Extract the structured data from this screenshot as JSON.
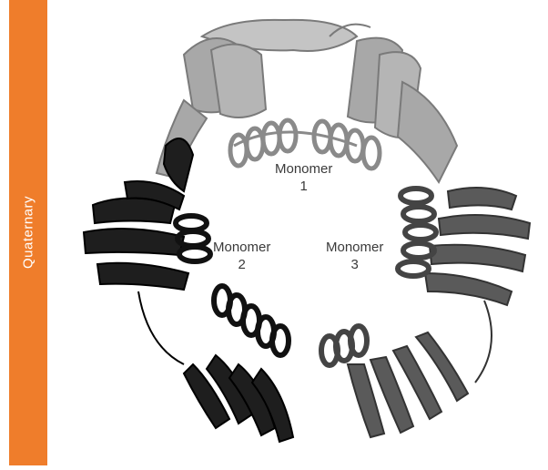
{
  "side_label": "Quaternary",
  "monomers": [
    {
      "name": "Monomer",
      "index": "1"
    },
    {
      "name": "Monomer",
      "index": "2"
    },
    {
      "name": "Monomer",
      "index": "3"
    }
  ],
  "colors": {
    "sidebar": "#ef7d2b",
    "monomer_1": "#9c9c9c",
    "monomer_2": "#1e1e1e",
    "monomer_3": "#595959"
  }
}
